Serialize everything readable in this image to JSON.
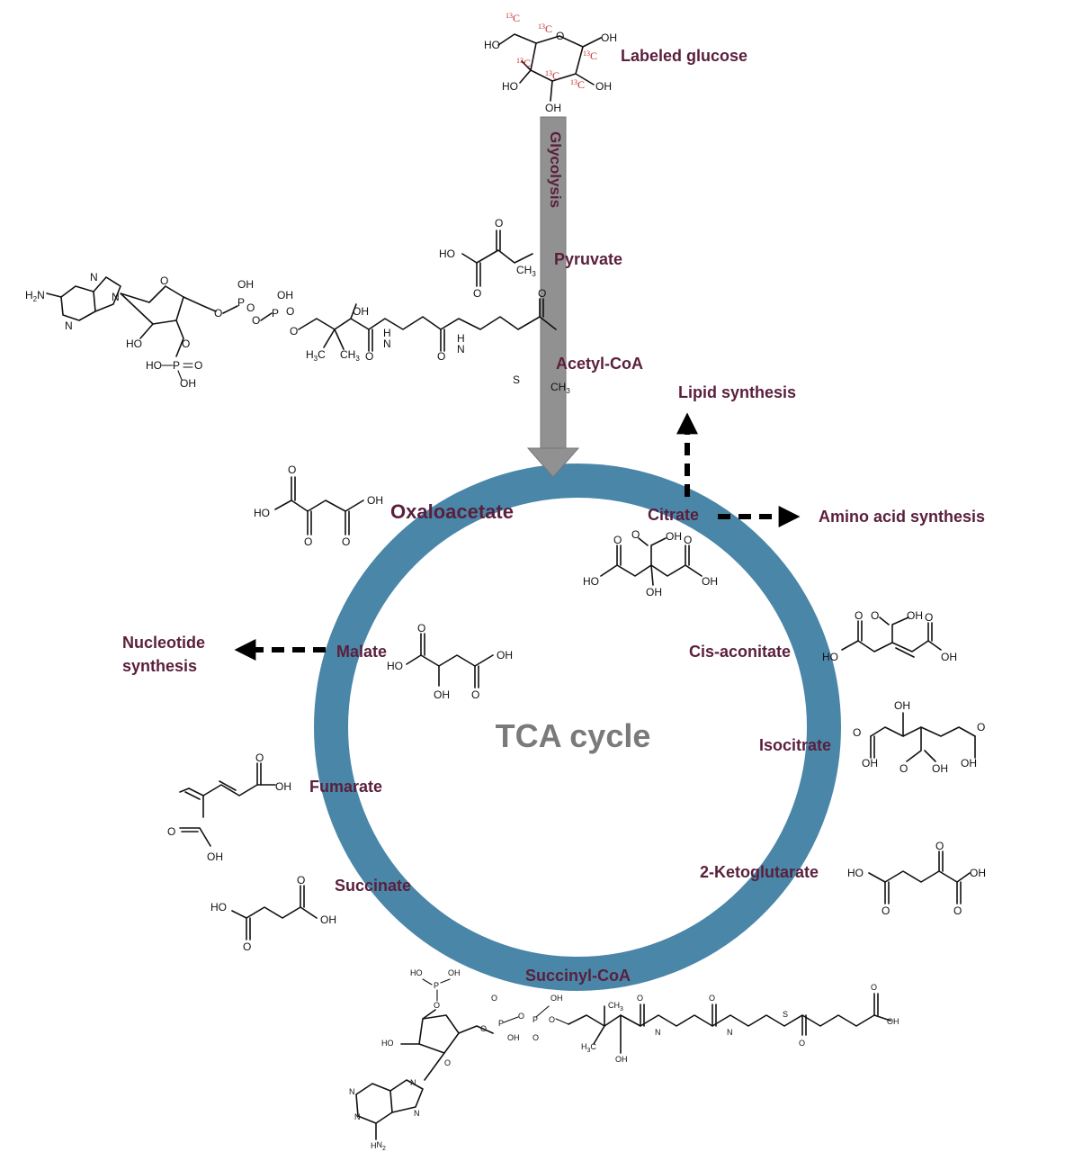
{
  "cycle": {
    "center_label": "TCA cycle",
    "ring_color": "#4a86a8",
    "center_label_color": "#7a7a7a"
  },
  "label_color": "#5a1f3c",
  "isotope_label_color": "#c62828",
  "arrow": {
    "color": "#919191",
    "label": "Glycolysis"
  },
  "metabolites": {
    "labeled_glucose": "Labeled glucose",
    "pyruvate": "Pyruvate",
    "acetyl_coa": "Acetyl-CoA",
    "oxaloacetate": "Oxaloacetate",
    "citrate": "Citrate",
    "cis_aconitate": "Cis-aconitate",
    "isocitrate": "Isocitrate",
    "ketoglutarate": "2-Ketoglutarate",
    "succinyl_coa": "Succinyl-CoA",
    "succinate": "Succinate",
    "fumarate": "Fumarate",
    "malate": "Malate"
  },
  "outputs": {
    "lipid": "Lipid synthesis",
    "amino_acid": "Amino acid  synthesis",
    "nucleotide_line1": "Nucleotide",
    "nucleotide_line2": "synthesis"
  },
  "isotope": {
    "mass": "13",
    "element": "C"
  },
  "atoms": {
    "oh": "OH",
    "ho": "HO",
    "o": "O",
    "ch3": "CH",
    "h2n": "H",
    "nh2": "NH",
    "n": "N",
    "nh": "H",
    "p": "P",
    "s": "S",
    "h3c": "H",
    "sub2": "2",
    "sub3": "3"
  }
}
